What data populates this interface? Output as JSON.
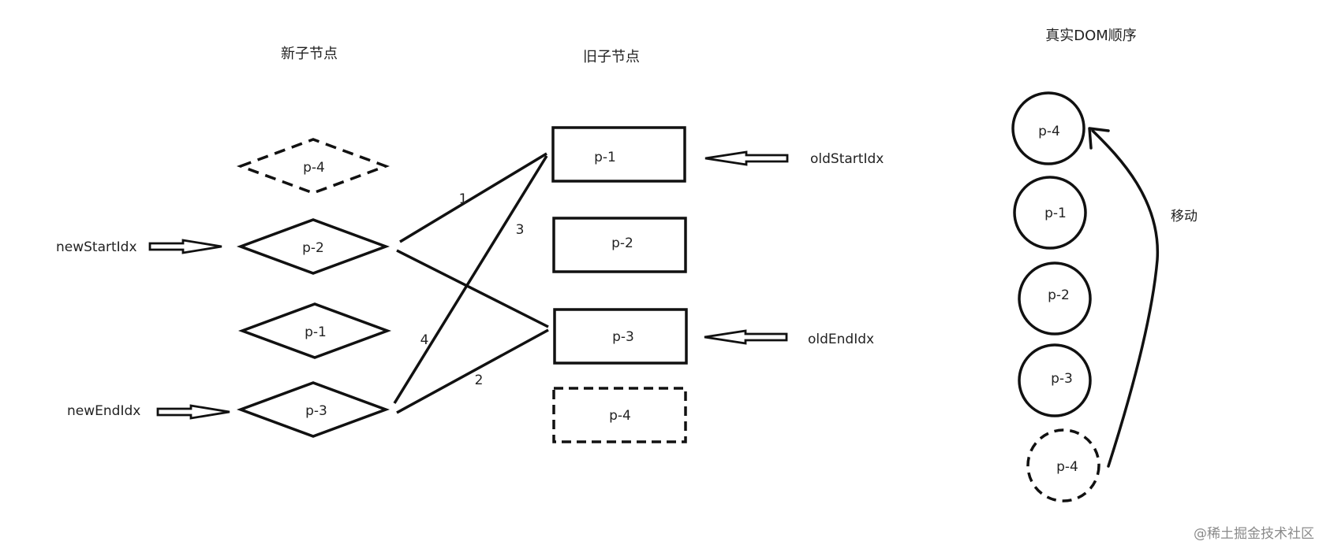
{
  "headings": {
    "new_children": "新子节点",
    "old_children": "旧子节点",
    "real_dom_order": "真实DOM顺序"
  },
  "new_nodes": [
    "p-4",
    "p-2",
    "p-1",
    "p-3"
  ],
  "old_nodes": [
    "p-1",
    "p-2",
    "p-3",
    "p-4"
  ],
  "dom_nodes": [
    "p-4",
    "p-1",
    "p-2",
    "p-3",
    "p-4"
  ],
  "pointers": {
    "new_start": "newStartIdx",
    "new_end": "newEndIdx",
    "old_start": "oldStartIdx",
    "old_end": "oldEndIdx"
  },
  "comparison_numbers": [
    "1",
    "2",
    "3",
    "4"
  ],
  "move_label": "移动",
  "watermark": "@稀土掘金技术社区"
}
